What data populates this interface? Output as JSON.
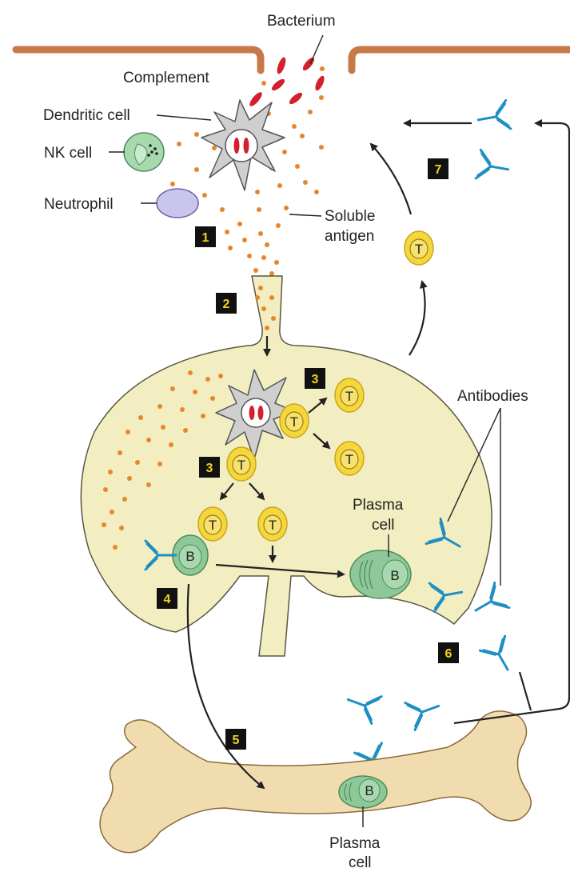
{
  "labels": {
    "bacterium": "Bacterium",
    "complement": "Complement",
    "dendritic_cell": "Dendritic cell",
    "nk_cell": "NK cell",
    "neutrophil": "Neutrophil",
    "soluble_antigen_1": "Soluble",
    "soluble_antigen_2": "antigen",
    "antibodies": "Antibodies",
    "plasma_cell_node_1": "Plasma",
    "plasma_cell_node_2": "cell",
    "plasma_cell_bone_1": "Plasma",
    "plasma_cell_bone_2": "cell"
  },
  "cell_letters": {
    "t_cell": "T",
    "b_cell": "B"
  },
  "steps": [
    "1",
    "2",
    "3",
    "3",
    "4",
    "5",
    "6",
    "7"
  ],
  "colors": {
    "skin": "#c8794a",
    "bacterium": "#d4202e",
    "antigen": "#e8862a",
    "dendritic": "#cfcfcf",
    "nk_cell": "#a8d8ae",
    "neutrophil": "#c9c5ec",
    "lymph_node": "#f2eec2",
    "t_cell": "#f5d73c",
    "b_cell": "#8ec89a",
    "antibody": "#1d8fc4",
    "bone": "#f1dcb0",
    "step_box": "#111111",
    "step_text": "#f2d21b"
  }
}
